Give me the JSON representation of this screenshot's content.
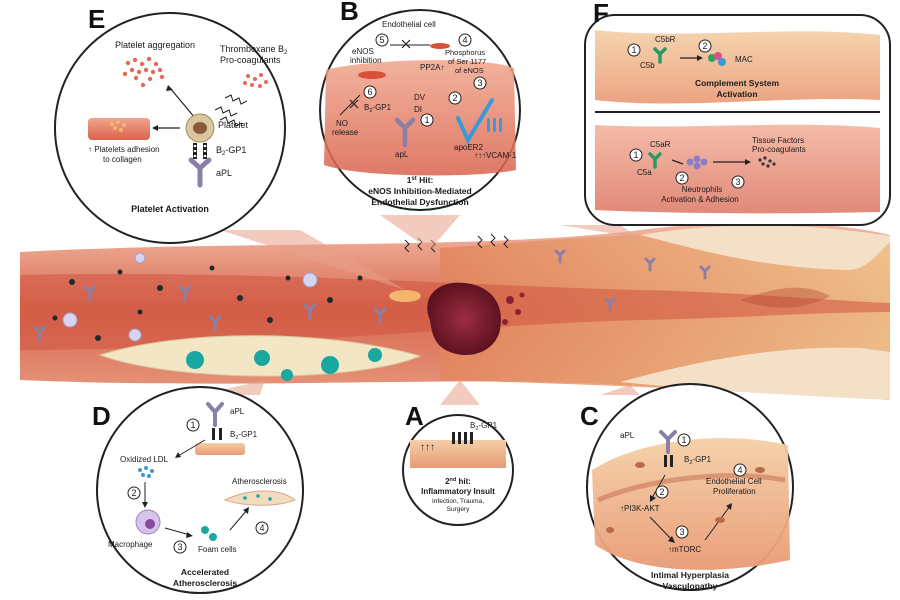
{
  "panels": {
    "E": {
      "letter": "E",
      "title": "Platelet Activation",
      "platelet_aggregation": "Platelet aggregation",
      "thromboxane_line1": "Thromboxane B",
      "thromboxane_sub": "2",
      "thromboxane_line2": "Pro-coagulants",
      "platelet": "Platelet",
      "adhesion_line1": "↑ Platelets adhesion",
      "adhesion_line2": "to collagen",
      "b2gp1_prefix": "B",
      "b2gp1_sub": "2",
      "b2gp1_suffix": "-GP1",
      "apl": "aPL"
    },
    "B": {
      "letter": "B",
      "endothelial_cell": "Endothelial cell",
      "enos_line1": "eNOS",
      "enos_line2": "inhibition",
      "phos_line1": "Phosphorus",
      "phos_line2": "of Ser 1177",
      "phos_line3": "of eNOS",
      "pp2a": "PP2A↑",
      "no_line1": "NO",
      "no_line2": "release",
      "b2gp1_prefix": "B",
      "b2gp1_sub": "2",
      "b2gp1_suffix": "-GP1",
      "dv": "DV",
      "di": "DI",
      "apl": "apL",
      "apoer2": "apoER2",
      "vcam": "↑↑↑VCAM-1",
      "hit_line1": "1",
      "hit_sup": "st",
      "hit_line1_rest": " Hit:",
      "hit_line2": "eNOS Inhibition-Mediated",
      "hit_line3": "Endothelial Dysfunction",
      "nums": [
        "1",
        "2",
        "3",
        "4",
        "5",
        "6"
      ]
    },
    "F": {
      "letter": "F",
      "c5br": "C5bR",
      "c5b": "C5b",
      "mac": "MAC",
      "top_title_line1": "Complement System",
      "top_title_line2": "Activation",
      "c5ar": "C5aR",
      "c5a": "C5a",
      "tissue_line1": "Tissue Factors",
      "tissue_line2": "Pro-coagulants",
      "neutro_line1": "Neutrophils",
      "neutro_line2": "Activation & Adhesion",
      "nums": [
        "1",
        "2",
        "1",
        "2",
        "3"
      ]
    },
    "D": {
      "letter": "D",
      "apl": "aPL",
      "b2gp1_prefix": "B",
      "b2gp1_sub": "2",
      "b2gp1_suffix": "-GP1",
      "oxidized_ldl": "Oxidized LDL",
      "atherosclerosis": "Atherosclerosis",
      "macrophage": "Macrophage",
      "foam_cells": "Foam cells",
      "title_line1": "Accelerated",
      "title_line2": "Atherosclerosis",
      "nums": [
        "1",
        "2",
        "3",
        "4"
      ]
    },
    "A": {
      "letter": "A",
      "b2gp1_prefix": "B",
      "b2gp1_sub": "2",
      "b2gp1_suffix": "-GP1",
      "arrows": "↑↑↑",
      "hit_line1": "2",
      "hit_sup": "nd",
      "hit_line1_rest": " hit:",
      "hit_line2": "Inflammatory Insult",
      "hit_line3": "Infection, Trauma,",
      "hit_line4": "Surgery"
    },
    "C": {
      "letter": "C",
      "apl": "aPL",
      "b2gp1_prefix": "B",
      "b2gp1_sub": "2",
      "b2gp1_suffix": "-GP1",
      "pi3k": "↑PI3K-AKT",
      "mtorc": "↑mTORC",
      "endo_line1": "Endothelial Cell",
      "endo_line2": "Proliferation",
      "title_line1": "Intimal Hyperplasia",
      "title_line2": "Vasculopathy",
      "nums": [
        "1",
        "2",
        "3",
        "4"
      ]
    }
  },
  "colors": {
    "vessel_wall": "#e8a08a",
    "vessel_lumen": "#d9684f",
    "plaque": "#f3e6c4",
    "antibody": "#8a7fa6",
    "clot": "#7a1f2e",
    "accent_blue": "#3a9ad9"
  }
}
